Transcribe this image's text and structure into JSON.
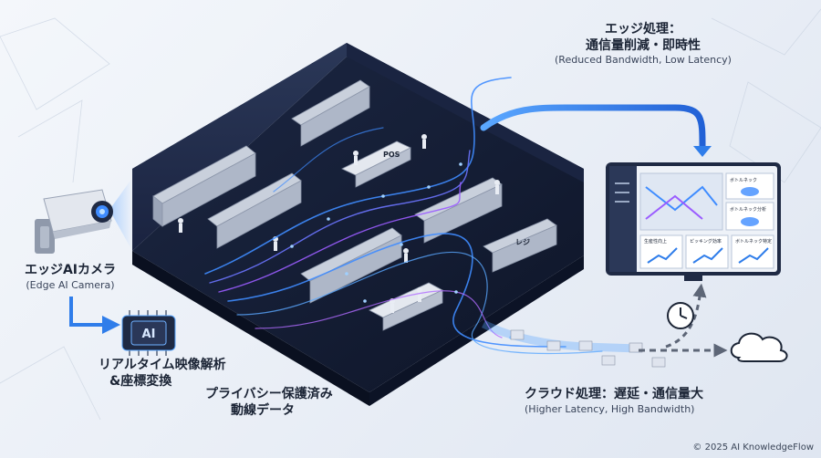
{
  "labels": {
    "edge_processing_title": "エッジ処理：",
    "edge_processing_sub": "通信量削減・即時性",
    "edge_processing_en": "(Reduced Bandwidth, Low Latency)",
    "camera_title": "エッジAIカメラ",
    "camera_en": "(Edge AI Camera)",
    "chip_text": "AI",
    "realtime_line1": "リアルタイム映像解析",
    "realtime_line2": "&座標変換",
    "privacy_line1": "プライバシー保護済み",
    "privacy_line2": "動線データ",
    "cloud_title": "クラウド処理：遅延・通信量大",
    "cloud_en": "(Higher Latency, High Bandwidth)"
  },
  "store_signs": [
    "POS",
    "レジ"
  ],
  "dashboard": {
    "panel_top_right_1": "ボトルネック",
    "panel_top_right_2": "ボトルネック分析",
    "kpi_labels": [
      "生産性向上",
      "ピッキング効率",
      "ボトルネック特定"
    ]
  },
  "copyright": "© 2025 AI KnowledgeFlow",
  "colors": {
    "floor": "#141d33",
    "wall": "#0f1628",
    "path_blue": "#3f8cff",
    "path_purple": "#9a5cff",
    "arrow_blue": "#2f7dea",
    "ink": "#1b2435"
  }
}
